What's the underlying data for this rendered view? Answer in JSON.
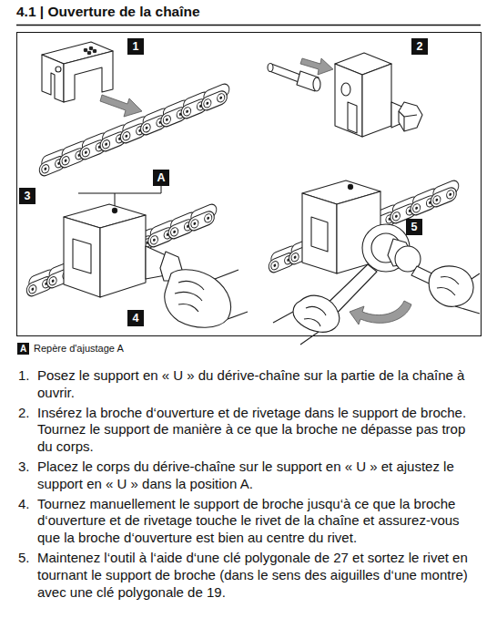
{
  "diagram": {
    "title": "4.1 | Ouverture de la chaîne",
    "nodes": [
      {
        "text": [
          "1"
        ]
      },
      {
        "text": [
          "2"
        ]
      },
      {
        "text": [
          "A"
        ]
      },
      {
        "text": [
          "3"
        ]
      },
      {
        "text": [
          "5"
        ]
      },
      {
        "text": [
          "4"
        ]
      },
      {
        "text": [
          "A"
        ]
      }
    ],
    "labels": [
      "1.",
      "Posez le support en « U » du dérive-chaîne sur la partie de la chaîne à ouvrir.",
      "2.",
      "Insérez la broche d‘ouverture et de rivetage dans le support de broche. Tournez le support de manière à ce que la broche ne dépasse pas trop du corps.",
      "3.",
      "Placez le corps du dérive-chaîne sur le support en « U » et ajustez le support en « U » dans la position A.",
      "4.",
      "Tournez manuellement le support de broche jusqu‘à ce que la broche d‘ouverture et de rivetage touche le rivet de la chaîne et assurez-vous que la broche d‘ouverture est bien au centre du rivet.",
      "5.",
      "Maintenez l‘outil à l‘aide d‘une clé polygonale de 27 et sortez le rivet en tournant le support de broche (dans le sens des aiguilles d‘une montre) avec une clé polygonale de 19."
    ],
    "legend": [
      {
        "text": "Repère d'ajustage A"
      }
    ]
  }
}
